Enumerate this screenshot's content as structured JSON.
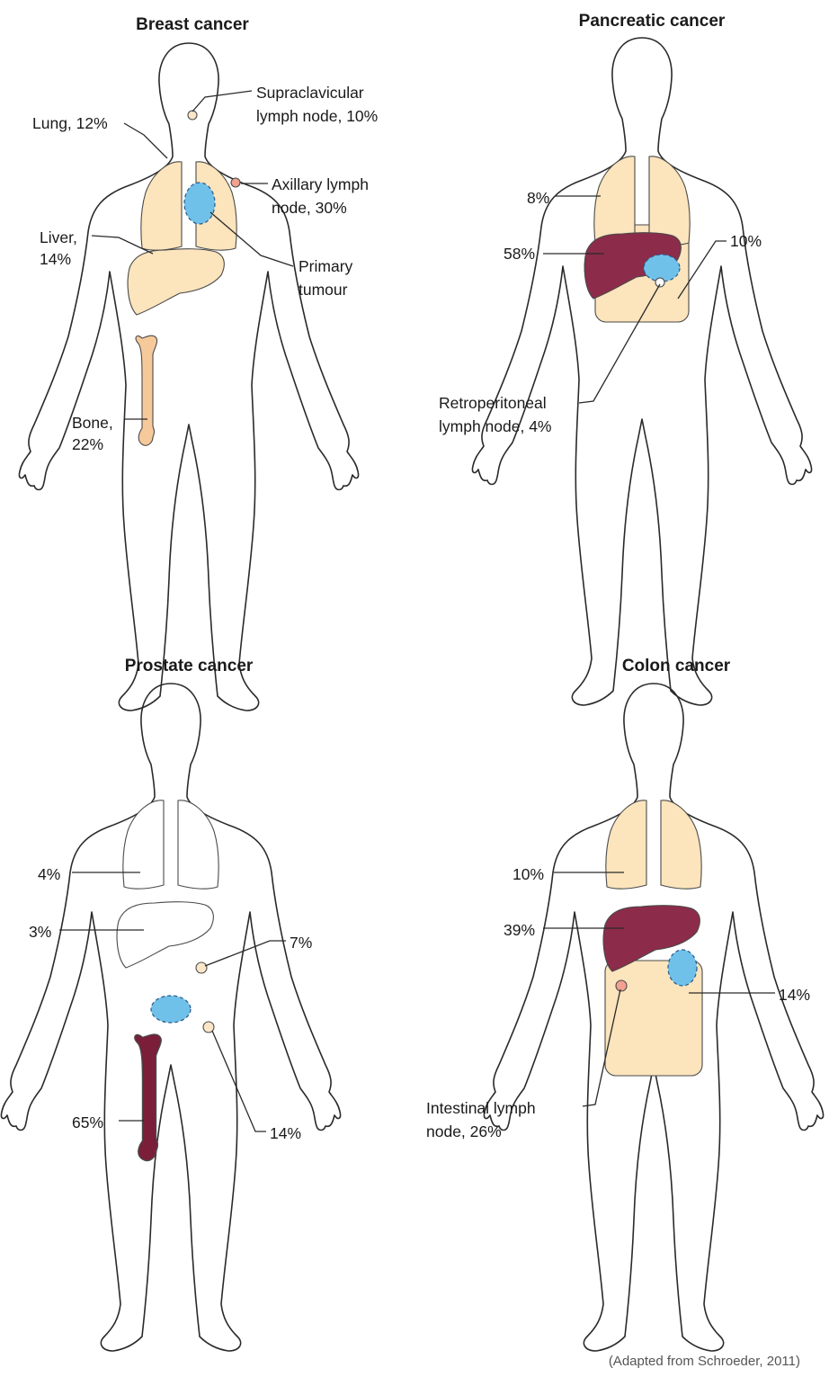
{
  "panels": [
    {
      "title": "Breast cancer",
      "labels": {
        "supraclavicular": [
          "Supraclavicular",
          "lymph node, 10%"
        ],
        "lung": [
          "Lung, 12%"
        ],
        "axillary": [
          "Axillary lymph",
          "node, 30%"
        ],
        "liver": [
          "Liver,",
          "14%"
        ],
        "primary": [
          "Primary",
          "tumour"
        ],
        "bone": [
          "Bone,",
          "22%"
        ]
      }
    },
    {
      "title": "Pancreatic cancer",
      "labels": {
        "lung": [
          "8%"
        ],
        "liver": [
          "58%"
        ],
        "abdomen": [
          "10%"
        ],
        "retro": [
          "Retroperitoneal",
          "lymph node, 4%"
        ]
      }
    },
    {
      "title": "Prostate cancer",
      "labels": {
        "lung": [
          "4%"
        ],
        "liver": [
          "3%"
        ],
        "node": [
          "7%"
        ],
        "bone": [
          "65%"
        ],
        "pelvic": [
          "14%"
        ]
      }
    },
    {
      "title": "Colon cancer",
      "labels": {
        "lung": [
          "10%"
        ],
        "liver": [
          "39%"
        ],
        "abdomen": [
          "14%"
        ],
        "intestinal": [
          "Intestinal lymph",
          "node, 26%"
        ]
      }
    }
  ],
  "credit": "(Adapted from Schroeder, 2011)",
  "colors": {
    "organ_light": "#fce4bc",
    "organ_none": "#ffffff",
    "organ_dark": "#8c2c4a",
    "tumour": "#6fc1ea",
    "bone_light": "#f6c99a",
    "bone_dark": "#7a1e3a",
    "node_pink": "#f2a090",
    "node_cream": "#fbe6c8"
  }
}
